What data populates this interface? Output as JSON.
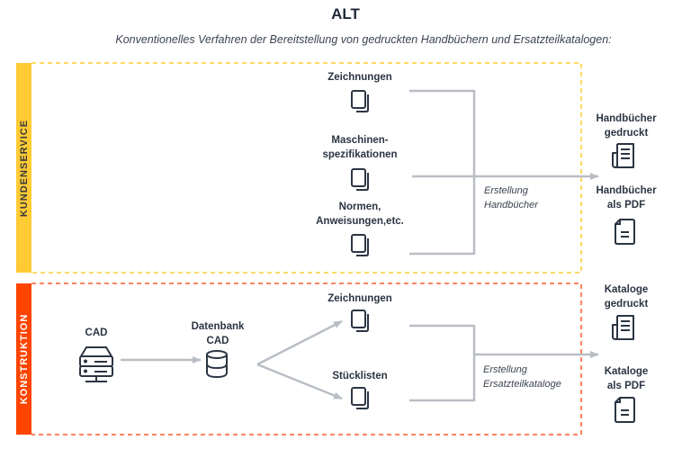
{
  "header": {
    "title": "ALT",
    "subtitle": "Konventionelles Verfahren der Bereitstellung von gedruckten Handbüchern und Ersatzteilkatalogen:"
  },
  "colors": {
    "kundenservice": "#ffcb35",
    "konstruktion": "#ff4400",
    "arrow": "#b9bec4",
    "icon": "#2b3543"
  },
  "sections": {
    "kundenservice": {
      "band_label": "KUNDENSERVICE",
      "inputs": [
        {
          "label": "Zeichnungen",
          "icon": "documents-icon"
        },
        {
          "label": "Maschinen-\nspezifikationen",
          "label_line1": "Maschinen-",
          "label_line2": "spezifikationen",
          "icon": "documents-icon"
        },
        {
          "label": "Normen,\nAnweisungen,etc.",
          "label_line1": "Normen,",
          "label_line2": "Anweisungen,etc.",
          "icon": "documents-icon"
        }
      ],
      "process_line1": "Erstellung",
      "process_line2": "Handbücher",
      "outputs": [
        {
          "label_line1": "Handbücher",
          "label_line2": "gedruckt",
          "icon": "newspaper-icon"
        },
        {
          "label_line1": "Handbücher",
          "label_line2": "als PDF",
          "icon": "pdf-file-icon"
        }
      ]
    },
    "konstruktion": {
      "band_label": "KONSTRUKTION",
      "source": {
        "label": "CAD",
        "icon": "server-icon"
      },
      "database": {
        "label_line1": "Datenbank",
        "label_line2": "CAD",
        "icon": "database-icon"
      },
      "inputs": [
        {
          "label": "Zeichnungen",
          "icon": "documents-icon"
        },
        {
          "label": "Stücklisten",
          "icon": "documents-icon"
        }
      ],
      "process_line1": "Erstellung",
      "process_line2": "Ersatzteilkataloge",
      "outputs": [
        {
          "label_line1": "Kataloge",
          "label_line2": "gedruckt",
          "icon": "newspaper-icon"
        },
        {
          "label_line1": "Kataloge",
          "label_line2": "als PDF",
          "icon": "pdf-file-icon"
        }
      ]
    }
  }
}
